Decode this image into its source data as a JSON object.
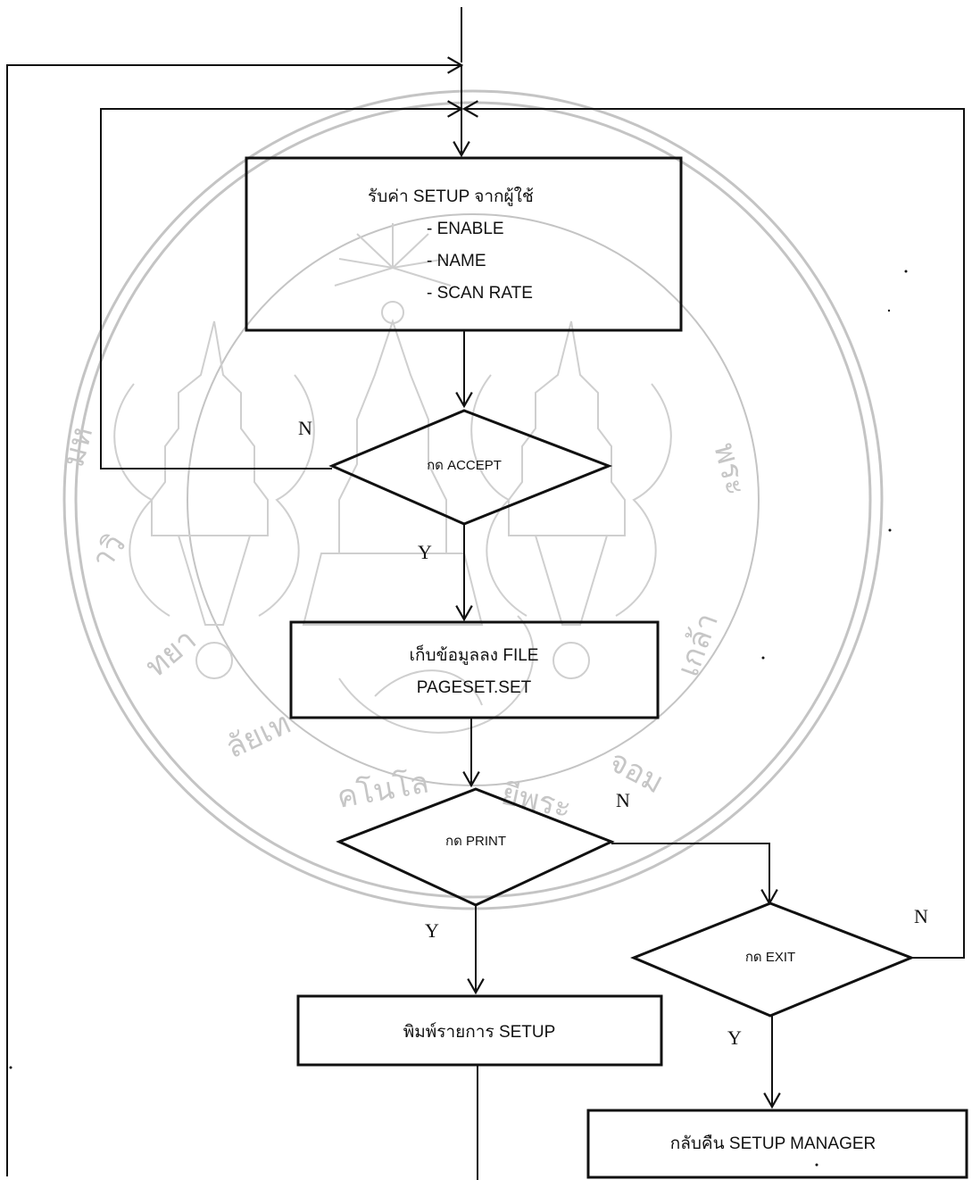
{
  "colors": {
    "ink": "#111111",
    "watermark": "#bdbdbd",
    "background": "#ffffff"
  },
  "nodes": {
    "setup_input": {
      "title": "รับค่า SETUP จากผู้ใช้",
      "items": [
        "- ENABLE",
        "- NAME",
        "- SCAN RATE"
      ]
    },
    "accept_decision": {
      "label": "กด ACCEPT"
    },
    "save_file": {
      "line1": "เก็บข้อมูลลง FILE",
      "line2": "PAGESET.SET"
    },
    "print_decision": {
      "label": "กด PRINT"
    },
    "print_setup": {
      "label": "พิมพ์รายการ SETUP"
    },
    "exit_decision": {
      "label": "กด EXIT"
    },
    "return_manager": {
      "label": "กลับคืน SETUP MANAGER"
    }
  },
  "edge_labels": {
    "accept_no": "N",
    "accept_yes": "Y",
    "print_no": "N",
    "print_yes": "Y",
    "exit_no": "N",
    "exit_yes": "Y"
  },
  "watermark": {
    "type": "university-seal",
    "text": "มหาวิทยาลัยเทคโนโลยีพระจอมเกล้าพระนครเหนือ"
  }
}
